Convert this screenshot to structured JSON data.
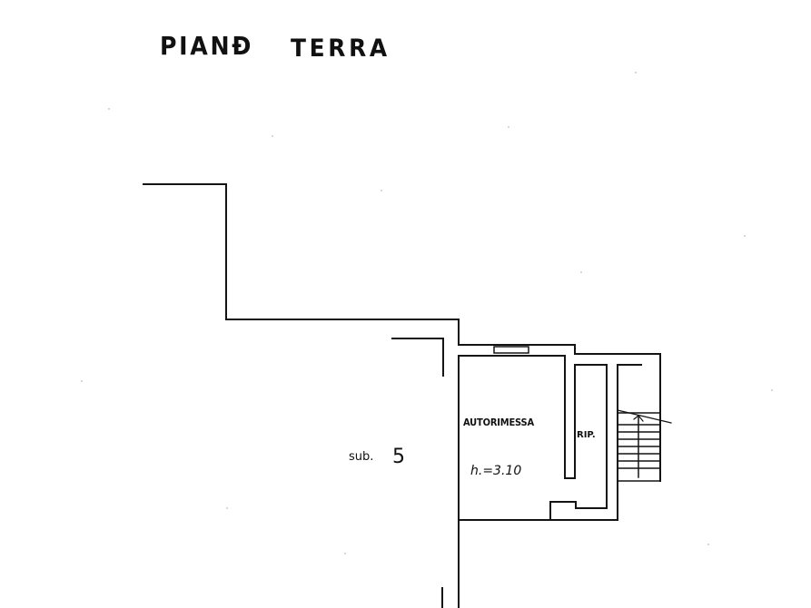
{
  "title": {
    "word_1": "PIANĐ",
    "word_2": "TERRA"
  },
  "rooms": {
    "garage": "AUTORIMESSA",
    "storage": "RIP."
  },
  "height_label": "h.=3.10",
  "sub": {
    "prefix": "sub.",
    "number": "5"
  },
  "colors": {
    "line": "#141414",
    "background": "#ffffff"
  }
}
